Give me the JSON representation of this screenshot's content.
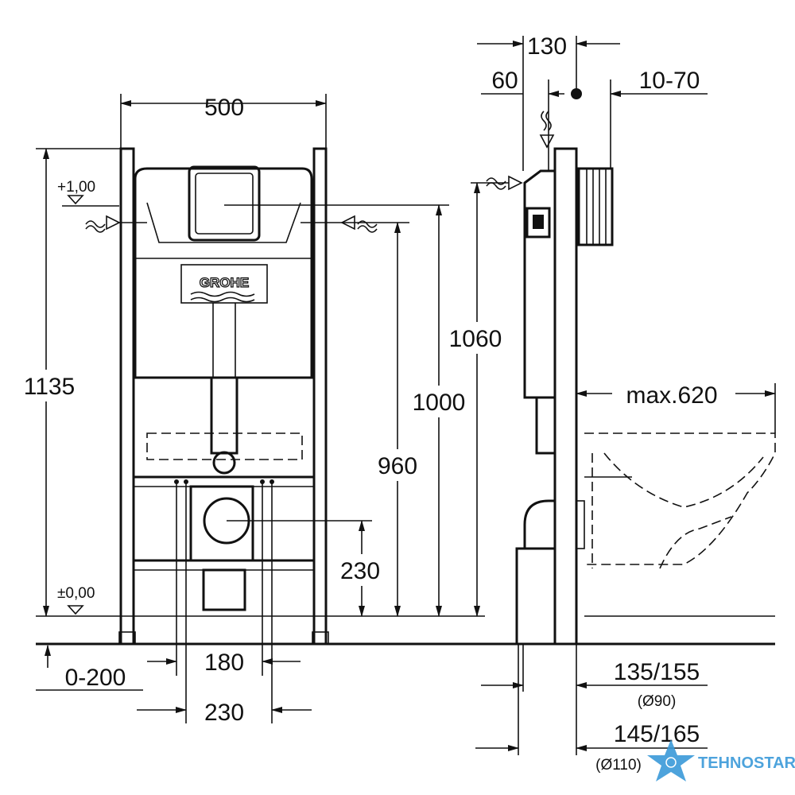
{
  "front_view": {
    "width": "500",
    "height": "1135",
    "level_top": "+1,00",
    "level_floor": "±0,00",
    "inlet_height": "960",
    "button_height": "1000",
    "dim_230_height": "230",
    "floor_adjust": "0-200",
    "bolt_spacing_180": "180",
    "bolt_spacing_230": "230",
    "logo": "GROHE"
  },
  "side_view": {
    "dim_130": "130",
    "dim_60": "60",
    "dim_10_70": "10-70",
    "height_1060": "1060",
    "max_620": "max.620",
    "dim_135_155": "135/155",
    "dia_90": "(Ø90)",
    "dim_145_165": "145/165",
    "dia_110": "(Ø110)"
  },
  "watermark": {
    "text": "TEHNOSTAR",
    "color": "#3a9ad9"
  }
}
